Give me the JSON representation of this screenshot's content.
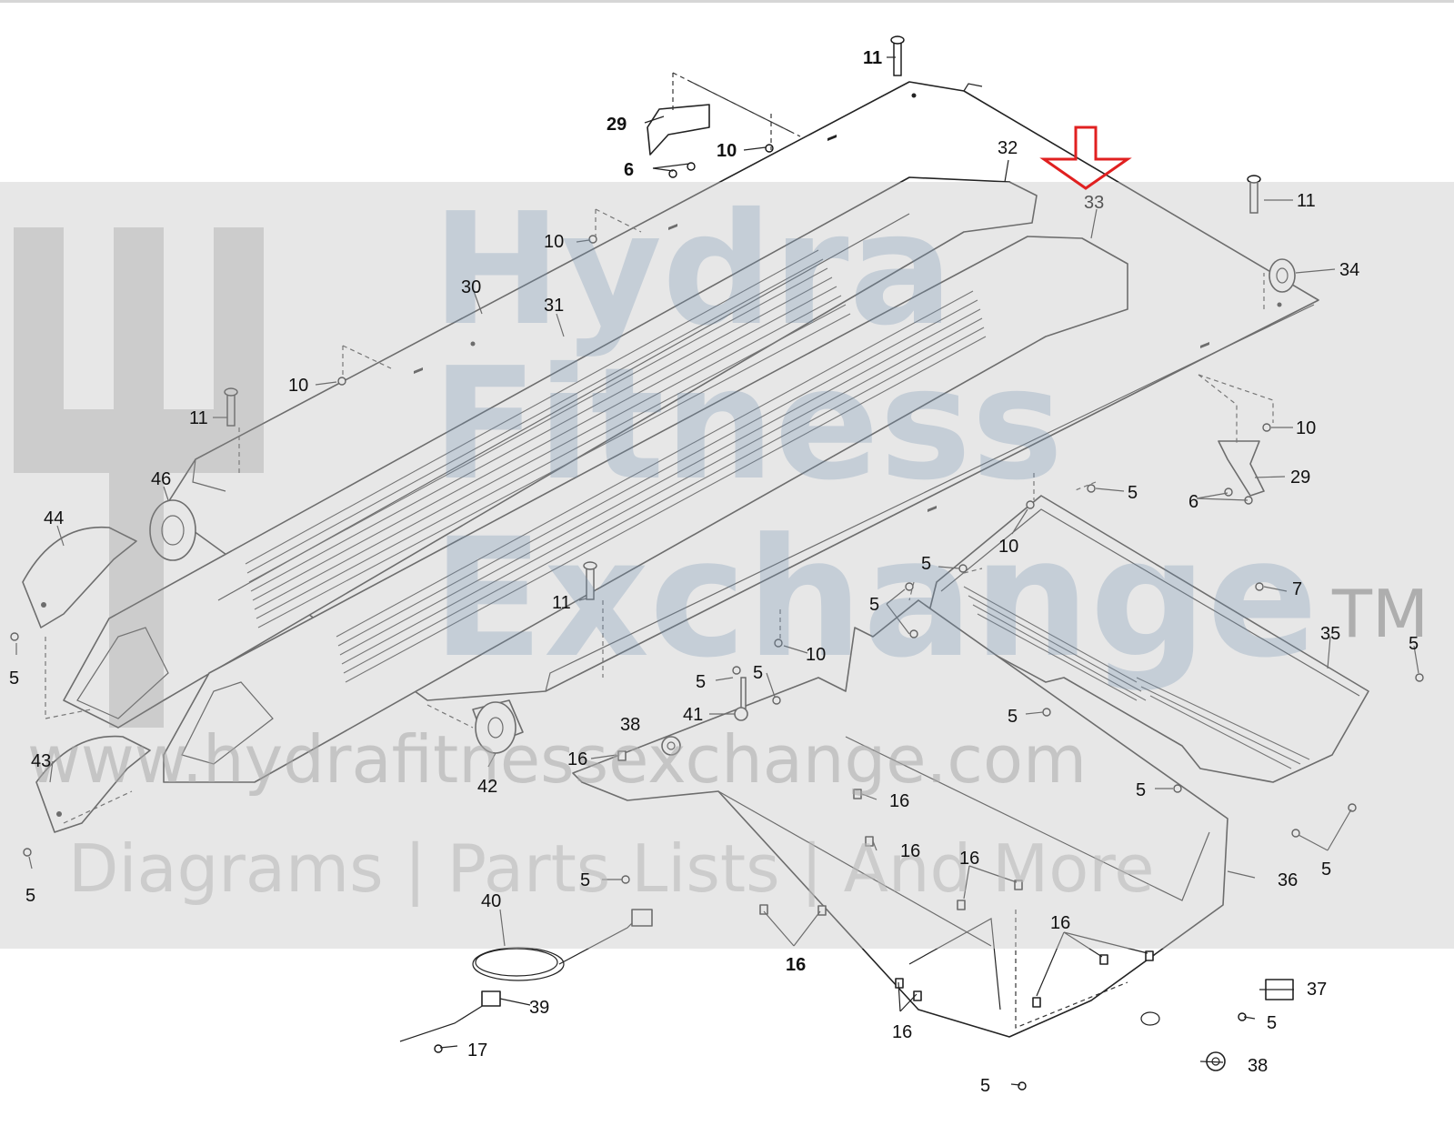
{
  "watermark": {
    "brand_line1": "Hydra",
    "brand_line2": "Fitness",
    "brand_line3": "Exchange",
    "trademark": "TM",
    "url": "www.hydrafitnessexchange.com",
    "tagline": "Diagrams | Parts Lists | And More"
  },
  "highlight": {
    "part": "33",
    "arrow_color": "#e02020"
  },
  "callouts": {
    "c5a": "5",
    "c5b": "5",
    "c5c": "5",
    "c5d": "5",
    "c5e": "5",
    "c5f": "5",
    "c5g": "5",
    "c5h": "5",
    "c5i": "5",
    "c5j": "5",
    "c5k": "5",
    "c5l": "5",
    "c5m": "5",
    "c5n": "5",
    "c6a": "6",
    "c6b": "6",
    "c7": "7",
    "c10a": "10",
    "c10b": "10",
    "c10c": "10",
    "c10d": "10",
    "c10e": "10",
    "c10f": "10",
    "c11a": "11",
    "c11b": "11",
    "c11c": "11",
    "c11d": "11",
    "c16a": "16",
    "c16b": "16",
    "c16c": "16",
    "c16d": "16",
    "c16e": "16",
    "c16f": "16",
    "c16g": "16",
    "c17": "17",
    "c29a": "29",
    "c29b": "29",
    "c30": "30",
    "c31": "31",
    "c32": "32",
    "c33": "33",
    "c34": "34",
    "c35": "35",
    "c36": "36",
    "c37": "37",
    "c38a": "38",
    "c38b": "38",
    "c39": "39",
    "c40": "40",
    "c41": "41",
    "c42": "42",
    "c43": "43",
    "c44": "44",
    "c46": "46"
  }
}
